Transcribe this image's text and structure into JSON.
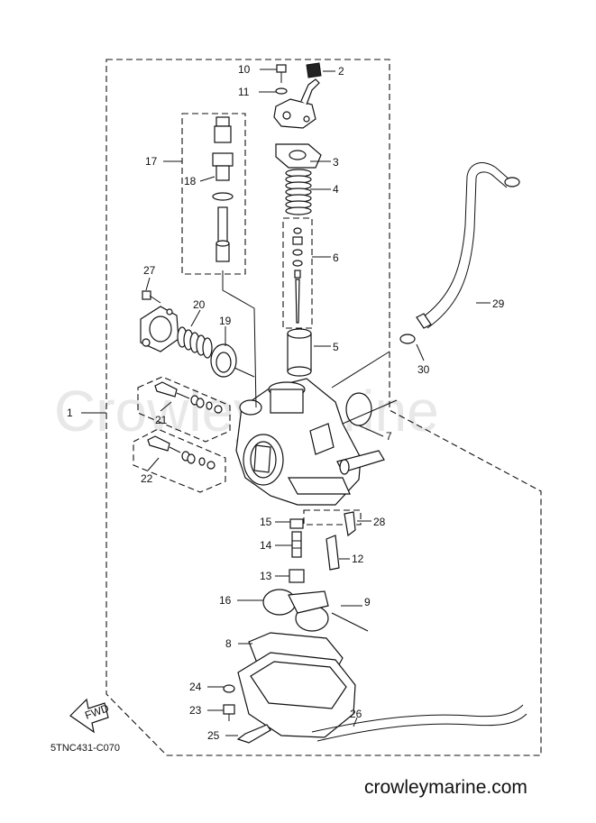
{
  "watermark": "CrowleyMarine",
  "drawing_code": "5TNC431-C070",
  "fwd_label": "FWD",
  "website": "crowleymarine.com",
  "callouts": {
    "c1": "1",
    "c2": "2",
    "c3": "3",
    "c4": "4",
    "c5": "5",
    "c6": "6",
    "c7": "7",
    "c8": "8",
    "c9": "9",
    "c10": "10",
    "c11": "11",
    "c12": "12",
    "c13": "13",
    "c14": "14",
    "c15": "15",
    "c16": "16",
    "c17": "17",
    "c18": "18",
    "c19": "19",
    "c20": "20",
    "c21": "21",
    "c22": "22",
    "c23": "23",
    "c24": "24",
    "c25": "25",
    "c26": "26",
    "c27": "27",
    "c28": "28",
    "c29": "29",
    "c30": "30"
  }
}
